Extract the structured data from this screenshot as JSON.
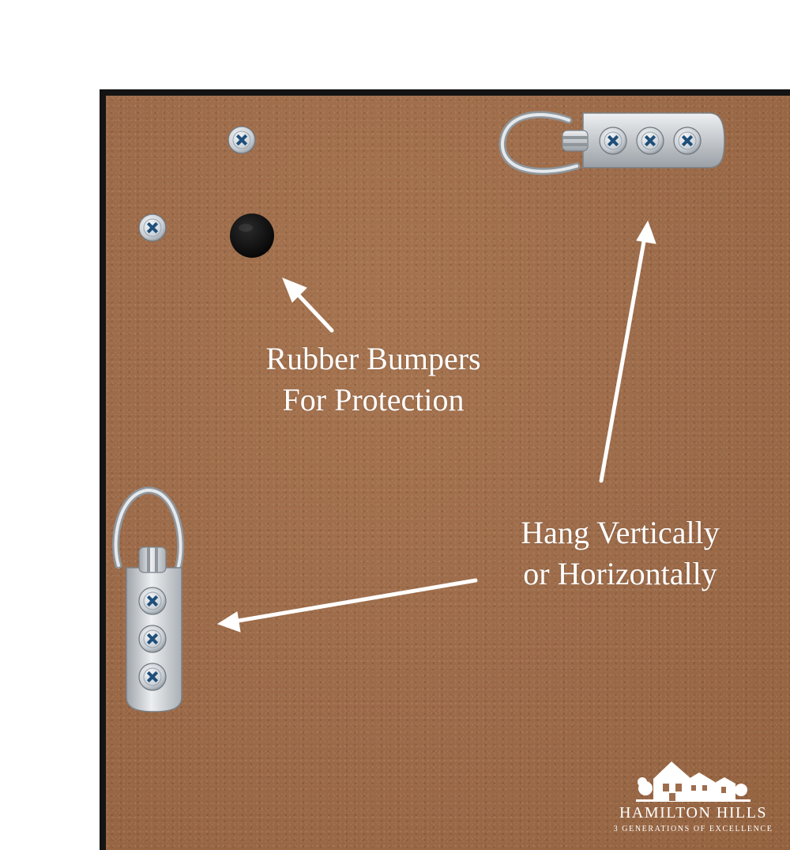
{
  "annotations": {
    "bumpers_line1": "Rubber Bumpers",
    "bumpers_line2": "For Protection",
    "hang_line1": "Hang Vertically",
    "hang_line2": "or Horizontally"
  },
  "brand": {
    "name": "HAMILTON HILLS",
    "tagline": "3 GENERATIONS OF EXCELLENCE"
  },
  "colors": {
    "board": "#9e6d4c",
    "frame_edge": "#141414",
    "hardware": "#c9ccd0",
    "screw_blue": "#1f4f7a",
    "text": "#ffffff"
  },
  "icons": [
    "screw-icon",
    "rubber-bumper-icon",
    "d-ring-hanger-icon",
    "arrow-icon",
    "house-logo-icon"
  ]
}
